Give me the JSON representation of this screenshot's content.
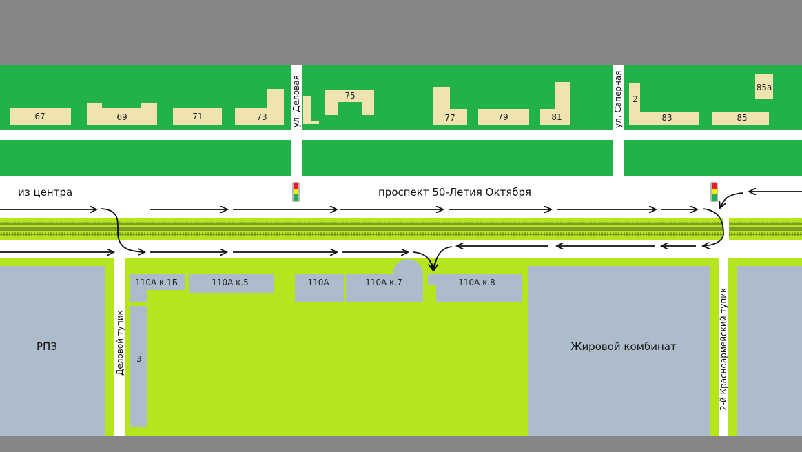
{
  "colors": {
    "background": "#878587",
    "park_green": "#23b24a",
    "lawn_lime": "#b5e61d",
    "road_white": "#ffffff",
    "residential": "#efe4b0",
    "industrial": "#acbccb",
    "rail": "#6a7a2a",
    "arrow": "#111111"
  },
  "labels": {
    "from_center": "из центра",
    "avenue": "проспект 50-Летия Октября",
    "street_delovaya": "ул. Деловая",
    "street_sapernaya": "ул. Саперная",
    "lane_delovoy": "Деловой тупик",
    "lane_krasnoarmeysky": "2-й Красноармейский тупик"
  },
  "north_buildings": [
    "67",
    "69",
    "71",
    "73",
    "75",
    "77",
    "79",
    "81",
    "2",
    "83",
    "85",
    "85а"
  ],
  "south_buildings": [
    "110А к.1Б",
    "110А к.5",
    "110А",
    "110А к.7",
    "110А к.8",
    "3"
  ],
  "industrial_zones": [
    "РПЗ",
    "Жировой комбинат"
  ],
  "icons": {
    "traffic_light": "traffic-light-icon",
    "arrow": "arrow-icon"
  }
}
